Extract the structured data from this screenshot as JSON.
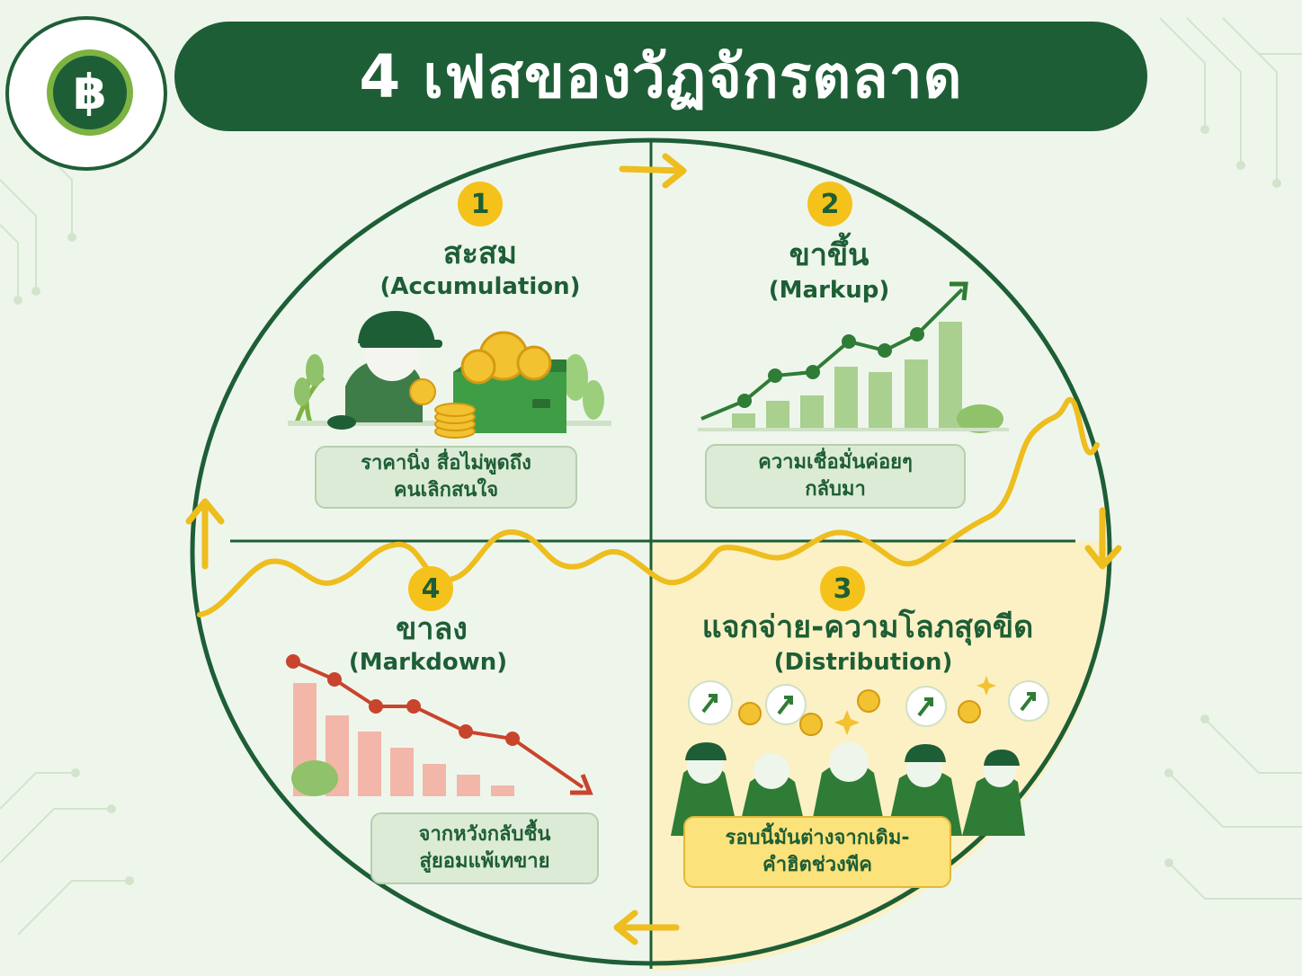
{
  "header": {
    "title": "4 เฟสของวัฏจักรตลาด",
    "logo_symbol": "฿"
  },
  "colors": {
    "dark_green": "#1e5e36",
    "light_green": "#7cb342",
    "gold": "#f4c21a",
    "red": "#c9442c",
    "highlight_bg": "#fbf1c4"
  },
  "phases": [
    {
      "number": "1",
      "title": "สะสม",
      "subtitle": "(Accumulation)",
      "caption_line1": "ราคานิ่ง  สื่อไม่พูดถึง",
      "caption_line2": "คนเลิกสนใจ",
      "icon": "person-with-coin-chest-icon"
    },
    {
      "number": "2",
      "title": "ขาขึ้น",
      "subtitle": "(Markup)",
      "caption_line1": "ความเชื่อมั่นค่อยๆ",
      "caption_line2": "กลับมา",
      "icon": "rising-chart-icon"
    },
    {
      "number": "3",
      "title": "แจกจ่าย-ความโลภสุดขีด",
      "subtitle": "(Distribution)",
      "caption_line1": "รอบนี้มันต่างจากเดิม-",
      "caption_line2": "คำฮิตช่วงพีค",
      "icon": "crowd-cheering-icon"
    },
    {
      "number": "4",
      "title": "ขาลง",
      "subtitle": "(Markdown)",
      "caption_line1": "จากหวังกลับชื้น",
      "caption_line2": "สู่ยอมแพ้เทขาย",
      "icon": "falling-chart-icon"
    }
  ]
}
